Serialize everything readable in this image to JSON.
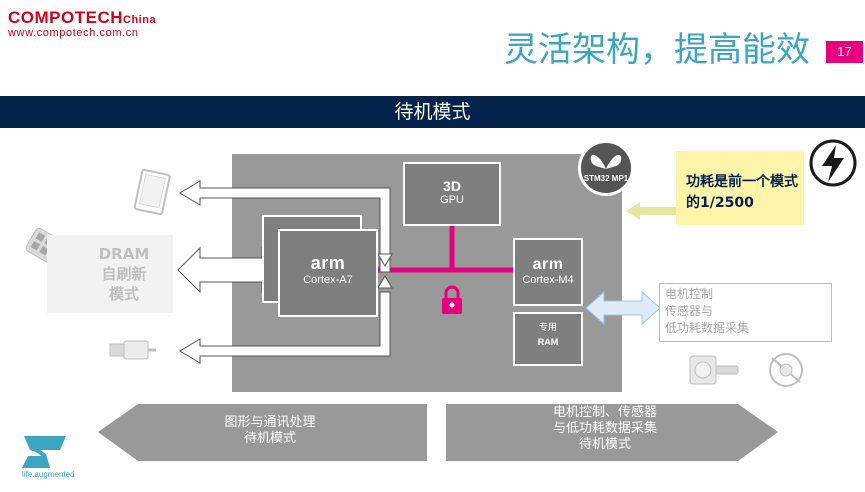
{
  "header": {
    "logo_main": "COMPOTECH",
    "logo_sub": "China",
    "logo_url": "www.compotech.com.cn",
    "title": "灵活架构，提高能效",
    "page_number": "17"
  },
  "band": {
    "title": "待机模式"
  },
  "soc": {
    "a7": {
      "brand": "arm",
      "label": "Cortex-A7"
    },
    "gpu": {
      "line1": "3D",
      "line2": "GPU"
    },
    "m4": {
      "brand": "arm",
      "label": "Cortex-M4"
    },
    "ram": {
      "line1": "专用",
      "line2": "RAM"
    },
    "badge": {
      "line1": "STM32",
      "line2": "MP1"
    }
  },
  "callout": {
    "bold": "功耗",
    "rest": "是前一个模式的1/2500"
  },
  "dram": {
    "line1": "DRAM",
    "line2": "自刷新",
    "line3": "模式"
  },
  "motor": {
    "line1": "电机控制",
    "line2": "传感器与",
    "line3": "低功耗数据采集"
  },
  "bottom": {
    "left": {
      "line1": "图形与通讯处理",
      "line2": "待机模式"
    },
    "right": {
      "line1": "电机控制、传感器",
      "line2": "与低功耗数据采集",
      "line3": "待机模式"
    }
  },
  "footer": {
    "tagline": "life.augmented"
  },
  "colors": {
    "accent_blue": "#3aa6c2",
    "magenta": "#e6007e",
    "navy": "#03234b",
    "callout_yellow": "#fff5aa"
  }
}
